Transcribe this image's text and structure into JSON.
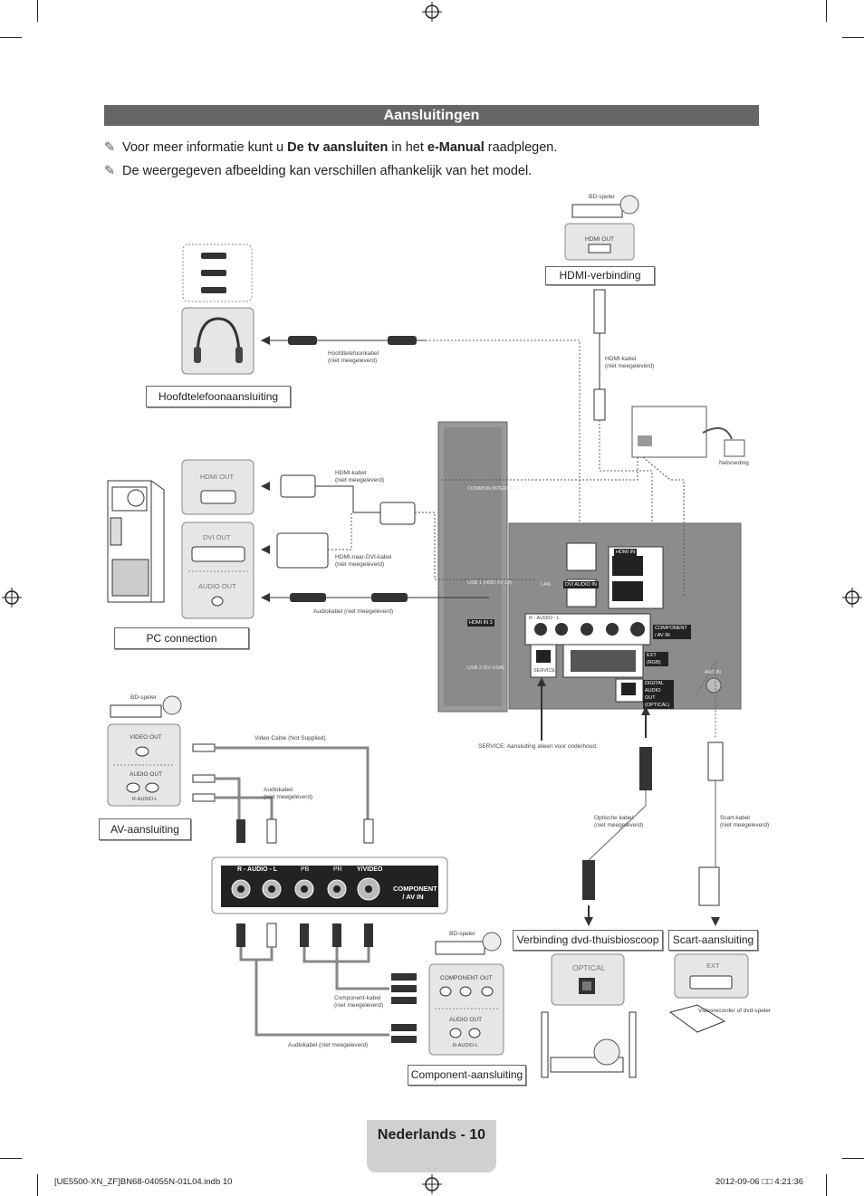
{
  "page_title": "Aansluitingen",
  "notes": [
    {
      "pre": "Voor meer informatie kunt u ",
      "bold1": "De tv aansluiten",
      "mid": " in het ",
      "bold2": "e-Manual",
      "post": " raadplegen."
    },
    {
      "pre": "De weergegeven afbeelding kan verschillen afhankelijk van het model.",
      "bold1": "",
      "mid": "",
      "bold2": "",
      "post": ""
    }
  ],
  "sections": {
    "headphone": "Hoofdtelefoonaansluiting",
    "hdmi": "HDMI-verbinding",
    "pc": "PC connection",
    "av": "AV-aansluiting",
    "dvd": "Verbinding dvd-thuisbioscoop",
    "scart": "Scart-aansluiting",
    "component": "Component-aansluiting"
  },
  "small_labels": {
    "bd_player": "BD-speler",
    "hdmi_out": "HDMI OUT",
    "headphone_cable": "Hoofdtelefoonkabel",
    "not_supplied": "(niet meegeleverd)",
    "hdmi_cable": "HDMI-kabel",
    "power": "Netvoeding",
    "dvi_out": "DVI OUT",
    "audio_out": "AUDIO OUT",
    "hdmi_dvi_cable": "HDMI-naar-DVI-kabel",
    "audio_cable": "Audiokabel (niet meegeleverd)",
    "video_out": "VIDEO OUT",
    "video_cable": "Video Cable (Not Supplied)",
    "audiokabel": "Audiokabel",
    "r_audio_l": "R-AUDIO-L",
    "component_out": "COMPONENT OUT",
    "component_cable": "Component-kabel",
    "service_note_bold": "SERVICE:",
    "service_note": " Aansluiting alleen voor onderhoud.",
    "optical_cable": "Optische kabel",
    "scart_cable": "Scart-kabel",
    "optical": "OPTICAL",
    "ext": "EXT",
    "vcr": "Videorecorder of dvd-speler",
    "common_interface": "COMMON INTERFACE",
    "usb1": "USB 1 (HDD 5V 1A)",
    "usb2": "USB 2 (5V 0.5A)",
    "hdmi3": "HDMI IN 3",
    "lan": "LAN",
    "dvi_audio_in": "DVI AUDIO IN",
    "hdmi_in": "HDMI IN",
    "component_av_in": "COMPONENT / AV IN",
    "ext_rgb": "EXT (RGB)",
    "service": "SERVICE",
    "digital_audio_out": "DIGITAL AUDIO OUT (OPTICAL)",
    "ant_in": "ANT IN",
    "r_audio_l_panel": "R - AUDIO - L",
    "pb": "PB",
    "pr": "PR",
    "y_video": "Y/VIDEO"
  },
  "footer": {
    "page_label": "Nederlands - 10",
    "file_info": "[UE5500-XN_ZF]BN68-04055N-01L04.indb   10",
    "timestamp": "2012-09-06   □□ 4:21:36"
  }
}
